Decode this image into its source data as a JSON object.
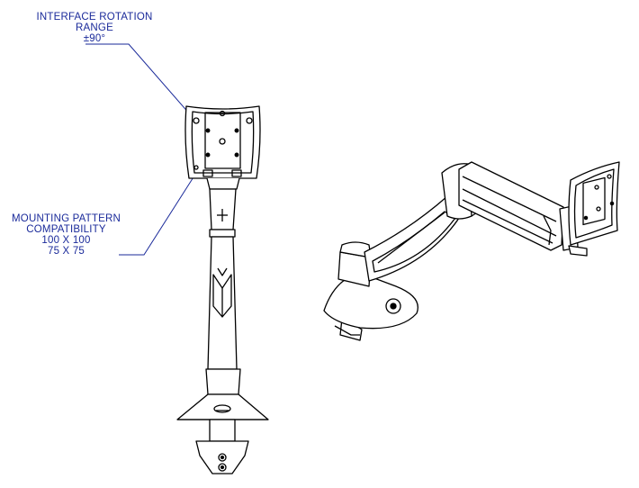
{
  "callouts": {
    "rotation": {
      "line1": "INTERFACE ROTATION",
      "line2": "RANGE",
      "line3": "±90°"
    },
    "mounting": {
      "line1": "MOUNTING PATTERN",
      "line2": "COMPATIBILITY",
      "line3": "100 X 100",
      "line4": "75 X 75"
    }
  },
  "colors": {
    "callout": "#1a2a9a",
    "line_art": "#000000"
  }
}
